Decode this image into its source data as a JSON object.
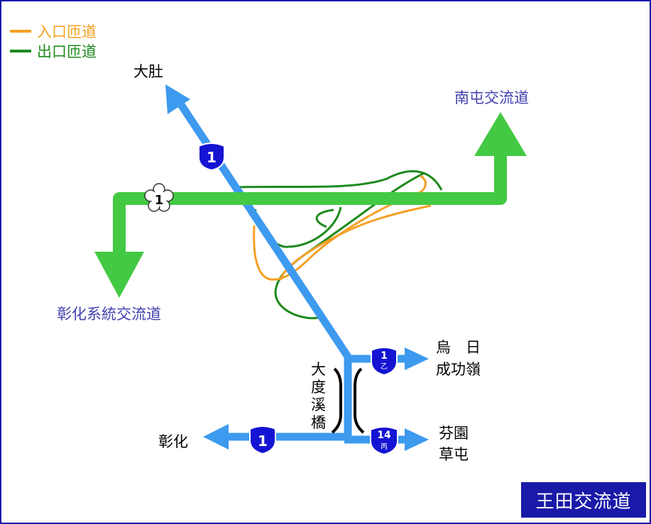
{
  "title": "王田交流道",
  "legend": {
    "entrance": {
      "label": "入口匝道",
      "color": "#f5a023"
    },
    "exit": {
      "label": "出口匝道",
      "color": "#1e8a1e"
    }
  },
  "colors": {
    "national_highway": "#3d9aee",
    "provincial_highway": "#43c943",
    "shield_blue": "#1414d2",
    "link_text": "#4040b0",
    "frame": "#1a1aa8"
  },
  "destinations": {
    "north": "大肚",
    "east_system": "南屯交流道",
    "west_system": "彰化系統交流道",
    "south": "彰化",
    "wuri_line1": "烏　日",
    "wuri_line2": "成功嶺",
    "fenyuan_line1": "芬園",
    "fenyuan_line2": "草屯"
  },
  "bridge": {
    "label": [
      "大",
      "度",
      "溪",
      "橋"
    ]
  },
  "shields": {
    "nh1_north": {
      "number": "1",
      "suffix": ""
    },
    "nh1_south": {
      "number": "1",
      "suffix": ""
    },
    "ph1": {
      "number": "1"
    },
    "ph1b": {
      "number": "1",
      "suffix": "乙"
    },
    "ph14c": {
      "number": "14",
      "suffix": "丙"
    }
  },
  "icons": {
    "national_shield": "shield-icon",
    "provincial_shield": "plum-blossom-icon",
    "arrow": "arrow-icon"
  }
}
